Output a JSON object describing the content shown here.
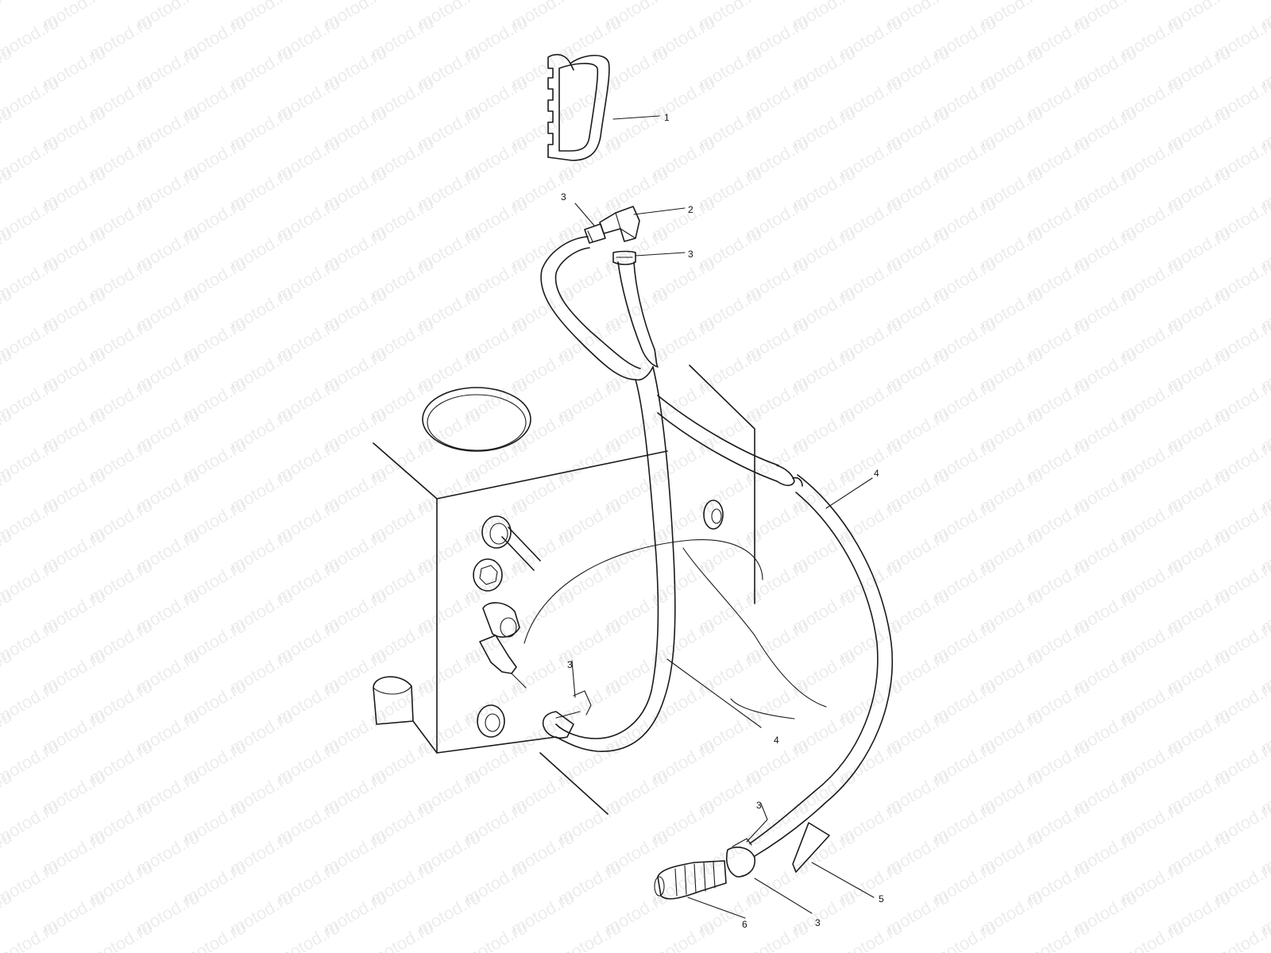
{
  "watermark": {
    "text": "motod.ru",
    "color": "#c8c8c8"
  },
  "callouts": [
    {
      "id": "c1",
      "label": "1"
    },
    {
      "id": "c2",
      "label": "2"
    },
    {
      "id": "c3a",
      "label": "3"
    },
    {
      "id": "c3b",
      "label": "3"
    },
    {
      "id": "c3c",
      "label": "3"
    },
    {
      "id": "c3d",
      "label": "3"
    },
    {
      "id": "c3e",
      "label": "3"
    },
    {
      "id": "c4a",
      "label": "4"
    },
    {
      "id": "c4b",
      "label": "4"
    },
    {
      "id": "c5",
      "label": "5"
    },
    {
      "id": "c6",
      "label": "6"
    }
  ],
  "colors": {
    "line": "#1a1a1a",
    "background": "#ffffff"
  }
}
